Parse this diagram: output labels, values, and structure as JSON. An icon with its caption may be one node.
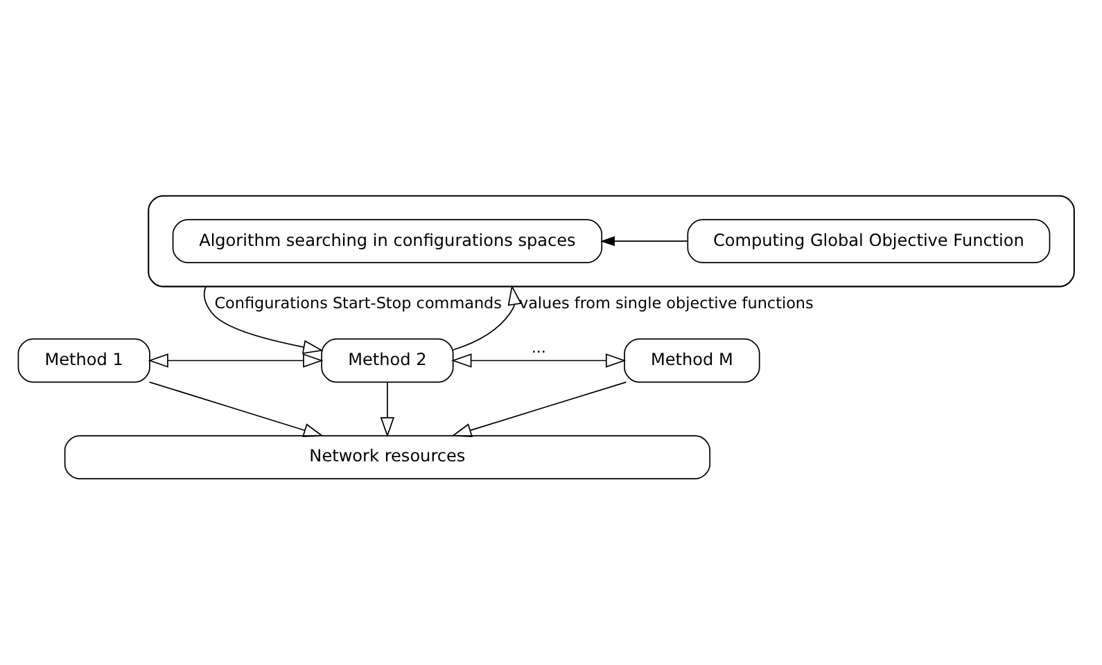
{
  "diagram": {
    "nodes": [
      {
        "text": [],
        "shape": "box"
      },
      {
        "text": [
          "Algorithm searching in configurations spaces"
        ],
        "in": 0
      },
      {
        "text": [
          "Computing Global Objective Function"
        ],
        "in": 0
      },
      {
        "text": [
          "Method 1"
        ]
      },
      {
        "text": [
          "Method 2"
        ]
      },
      {
        "text": [
          "Method M"
        ]
      },
      {
        "text": [
          "Network resources"
        ]
      }
    ],
    "edges": [
      {
        "from": 2,
        "to": 1,
        "arrow": "to"
      },
      {
        "from": 0,
        "to": 4,
        "arrow": "to",
        "label": "Configurations Start-Stop commands"
      },
      {
        "from": 4,
        "to": 0,
        "arrow": "to",
        "label": "values from single objective functions"
      },
      {
        "from": 3,
        "to": 4,
        "arrow": "both"
      },
      {
        "from": 4,
        "to": 5,
        "arrow": "both",
        "label": "..."
      },
      {
        "from": 3,
        "to": 6,
        "arrow": "to"
      },
      {
        "from": 4,
        "to": 6,
        "arrow": "to"
      },
      {
        "from": 5,
        "to": 6,
        "arrow": "to"
      }
    ]
  }
}
